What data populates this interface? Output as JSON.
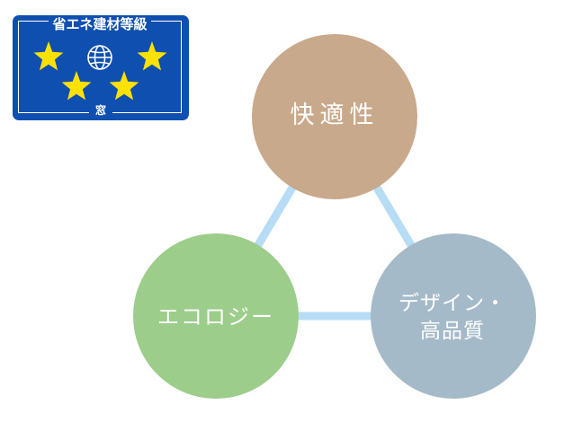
{
  "badge": {
    "title": "省エネ建材等級",
    "subtitle": "窓",
    "stars_filled": 4,
    "stars_total": 4,
    "icon": "globe-icon",
    "colors": {
      "background": "#0e4fb0",
      "star": "#ffe100",
      "line": "#ffffff"
    }
  },
  "diagram": {
    "nodes": [
      {
        "label": "快適性",
        "color": "#c9a98b"
      },
      {
        "label": "エコロジー",
        "color": "#9ccd8a"
      },
      {
        "label": "デザイン・\n高品質",
        "color": "#a5bac8"
      }
    ],
    "connector_color": "#b7dcf5"
  }
}
